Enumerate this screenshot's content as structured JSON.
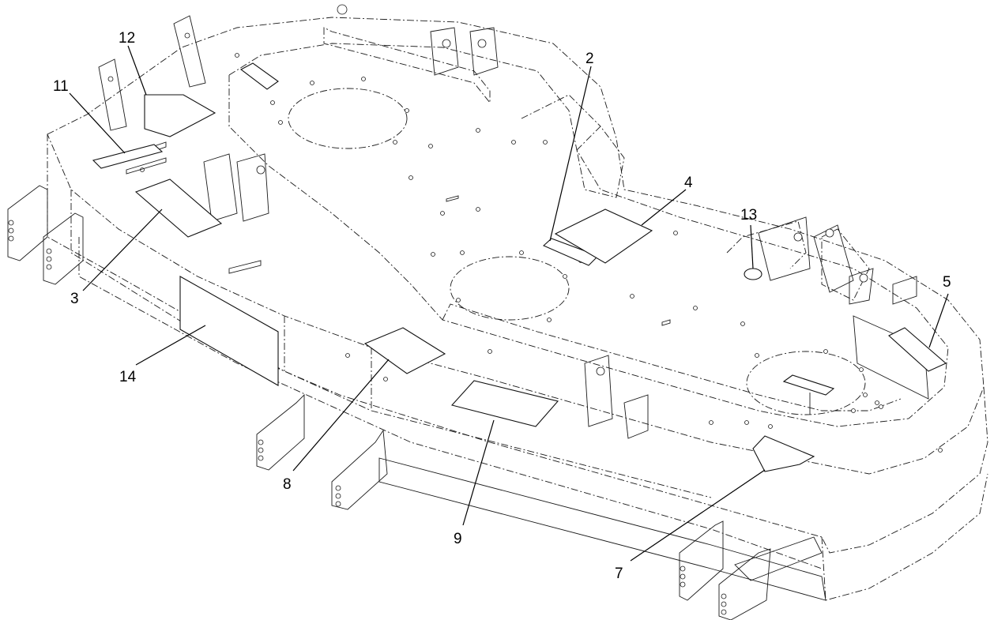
{
  "callouts": [
    {
      "id": "c2",
      "label": "2"
    },
    {
      "id": "c3",
      "label": "3"
    },
    {
      "id": "c4",
      "label": "4"
    },
    {
      "id": "c5",
      "label": "5"
    },
    {
      "id": "c7",
      "label": "7"
    },
    {
      "id": "c8",
      "label": "8"
    },
    {
      "id": "c9",
      "label": "9"
    },
    {
      "id": "c11",
      "label": "11"
    },
    {
      "id": "c12",
      "label": "12"
    },
    {
      "id": "c13",
      "label": "13"
    },
    {
      "id": "c14",
      "label": "14"
    }
  ]
}
